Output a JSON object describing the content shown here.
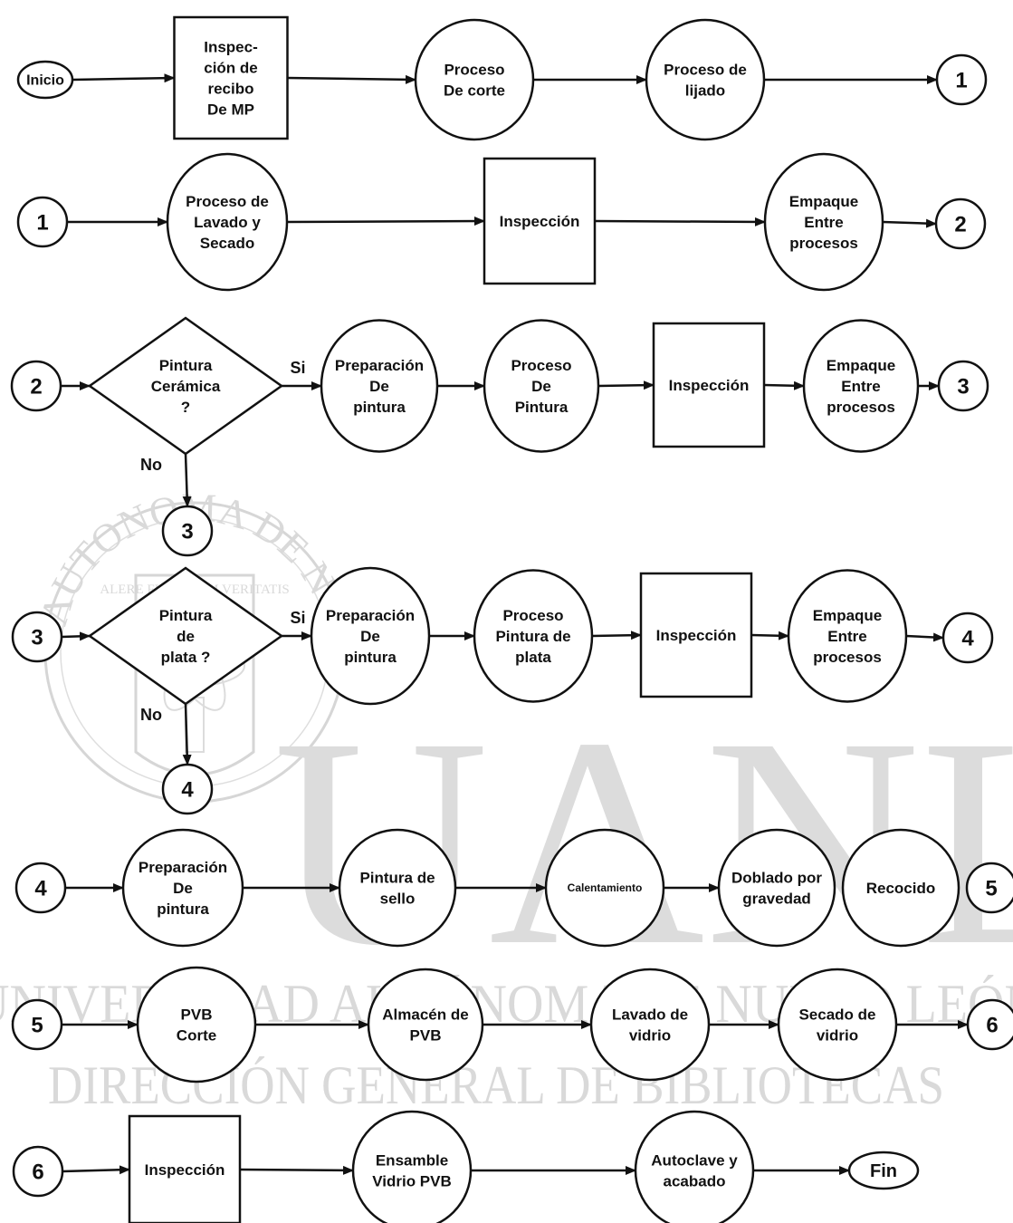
{
  "watermark": {
    "letters": "UANL",
    "line1": "UNIVERSIDAD AUTÓNOMA DE NUEVO LEÓN",
    "line2": "DIRECCIÓN GENERAL DE BIBLIOTECAS",
    "seal_arc": "AUTONOMA DE NUEVO LEON",
    "seal_motto": "ALERE FLAMMAM VERITATIS"
  },
  "nodes": [
    {
      "id": "inicio",
      "shape": "terminal",
      "lines": [
        "Inicio"
      ]
    },
    {
      "id": "r1_box",
      "shape": "rect",
      "lines": [
        "Inspec-",
        "ción de",
        "recibo",
        "De MP"
      ]
    },
    {
      "id": "r1_c1",
      "shape": "ellipse",
      "lines": [
        "Proceso",
        "De corte"
      ]
    },
    {
      "id": "r1_c2",
      "shape": "ellipse",
      "lines": [
        "Proceso de",
        "lijado"
      ]
    },
    {
      "id": "r1_conn",
      "shape": "connector",
      "lines": [
        "1"
      ]
    },
    {
      "id": "r2_conn_in",
      "shape": "connector",
      "lines": [
        "1"
      ]
    },
    {
      "id": "r2_c1",
      "shape": "ellipse",
      "lines": [
        "Proceso de",
        "Lavado y",
        "Secado"
      ]
    },
    {
      "id": "r2_box",
      "shape": "rect",
      "lines": [
        "Inspección"
      ]
    },
    {
      "id": "r2_c2",
      "shape": "ellipse",
      "lines": [
        "Empaque",
        "Entre",
        "procesos"
      ]
    },
    {
      "id": "r2_conn_out",
      "shape": "connector",
      "lines": [
        "2"
      ]
    },
    {
      "id": "r3_conn_in",
      "shape": "connector",
      "lines": [
        "2"
      ]
    },
    {
      "id": "r3_dec",
      "shape": "diamond",
      "lines": [
        "Pintura",
        "Cerámica",
        "?"
      ]
    },
    {
      "id": "r3_c1",
      "shape": "ellipse",
      "lines": [
        "Preparación",
        "De",
        "pintura"
      ]
    },
    {
      "id": "r3_c2",
      "shape": "ellipse",
      "lines": [
        "Proceso",
        "De",
        "Pintura"
      ]
    },
    {
      "id": "r3_box",
      "shape": "rect",
      "lines": [
        "Inspección"
      ]
    },
    {
      "id": "r3_c3",
      "shape": "ellipse",
      "lines": [
        "Empaque",
        "Entre",
        "procesos"
      ]
    },
    {
      "id": "r3_conn_out",
      "shape": "connector",
      "lines": [
        "3"
      ]
    },
    {
      "id": "r3_conn_no",
      "shape": "connector",
      "lines": [
        "3"
      ]
    },
    {
      "id": "r4_conn_in",
      "shape": "connector",
      "lines": [
        "3"
      ]
    },
    {
      "id": "r4_dec",
      "shape": "diamond",
      "lines": [
        "Pintura",
        "de",
        "plata ?"
      ]
    },
    {
      "id": "r4_c1",
      "shape": "ellipse",
      "lines": [
        "Preparación",
        "De",
        "pintura"
      ]
    },
    {
      "id": "r4_c2",
      "shape": "ellipse",
      "lines": [
        "Proceso",
        "Pintura de",
        "plata"
      ]
    },
    {
      "id": "r4_box",
      "shape": "rect",
      "lines": [
        "Inspección"
      ]
    },
    {
      "id": "r4_c3",
      "shape": "ellipse",
      "lines": [
        "Empaque",
        "Entre",
        "procesos"
      ]
    },
    {
      "id": "r4_conn_out",
      "shape": "connector",
      "lines": [
        "4"
      ]
    },
    {
      "id": "r4_conn_no",
      "shape": "connector",
      "lines": [
        "4"
      ]
    },
    {
      "id": "r5_conn_in",
      "shape": "connector",
      "lines": [
        "4"
      ]
    },
    {
      "id": "r5_c1",
      "shape": "ellipse",
      "lines": [
        "Preparación",
        "De",
        "pintura"
      ]
    },
    {
      "id": "r5_c2",
      "shape": "ellipse",
      "lines": [
        "Pintura de",
        "sello"
      ]
    },
    {
      "id": "r5_c3",
      "shape": "ellipse",
      "lines": [
        "Calentamiento"
      ]
    },
    {
      "id": "r5_c4",
      "shape": "ellipse",
      "lines": [
        "Doblado por",
        "gravedad"
      ]
    },
    {
      "id": "r5_c5",
      "shape": "ellipse",
      "lines": [
        "Recocido"
      ]
    },
    {
      "id": "r5_conn_out",
      "shape": "connector",
      "lines": [
        "5"
      ]
    },
    {
      "id": "r6_conn_in",
      "shape": "connector",
      "lines": [
        "5"
      ]
    },
    {
      "id": "r6_c1",
      "shape": "ellipse",
      "lines": [
        "PVB",
        "Corte"
      ]
    },
    {
      "id": "r6_c2",
      "shape": "ellipse",
      "lines": [
        "Almacén de",
        "PVB"
      ]
    },
    {
      "id": "r6_c3",
      "shape": "ellipse",
      "lines": [
        "Lavado de",
        "vidrio"
      ]
    },
    {
      "id": "r6_c4",
      "shape": "ellipse",
      "lines": [
        "Secado de",
        "vidrio"
      ]
    },
    {
      "id": "r6_conn_out",
      "shape": "connector",
      "lines": [
        "6"
      ]
    },
    {
      "id": "r7_conn_in",
      "shape": "connector",
      "lines": [
        "6"
      ]
    },
    {
      "id": "r7_box",
      "shape": "rect",
      "lines": [
        "Inspección"
      ]
    },
    {
      "id": "r7_c1",
      "shape": "ellipse",
      "lines": [
        "Ensamble",
        "Vidrio PVB"
      ]
    },
    {
      "id": "r7_c2",
      "shape": "ellipse",
      "lines": [
        "Autoclave y",
        "acabado"
      ]
    },
    {
      "id": "fin",
      "shape": "terminal",
      "lines": [
        "Fin"
      ]
    }
  ],
  "edges": [
    {
      "from": "inicio",
      "to": "r1_box"
    },
    {
      "from": "r1_box",
      "to": "r1_c1"
    },
    {
      "from": "r1_c1",
      "to": "r1_c2"
    },
    {
      "from": "r1_c2",
      "to": "r1_conn"
    },
    {
      "from": "r2_conn_in",
      "to": "r2_c1"
    },
    {
      "from": "r2_c1",
      "to": "r2_box"
    },
    {
      "from": "r2_box",
      "to": "r2_c2"
    },
    {
      "from": "r2_c2",
      "to": "r2_conn_out"
    },
    {
      "from": "r3_conn_in",
      "to": "r3_dec"
    },
    {
      "from": "r3_dec",
      "to": "r3_c1",
      "label": "Si"
    },
    {
      "from": "r3_dec",
      "to": "r3_conn_no",
      "label": "No"
    },
    {
      "from": "r3_c1",
      "to": "r3_c2"
    },
    {
      "from": "r3_c2",
      "to": "r3_box"
    },
    {
      "from": "r3_box",
      "to": "r3_c3"
    },
    {
      "from": "r3_c3",
      "to": "r3_conn_out"
    },
    {
      "from": "r4_conn_in",
      "to": "r4_dec"
    },
    {
      "from": "r4_dec",
      "to": "r4_c1",
      "label": "Si"
    },
    {
      "from": "r4_dec",
      "to": "r4_conn_no",
      "label": "No"
    },
    {
      "from": "r4_c1",
      "to": "r4_c2"
    },
    {
      "from": "r4_c2",
      "to": "r4_box"
    },
    {
      "from": "r4_box",
      "to": "r4_c3"
    },
    {
      "from": "r4_c3",
      "to": "r4_conn_out"
    },
    {
      "from": "r5_conn_in",
      "to": "r5_c1"
    },
    {
      "from": "r5_c1",
      "to": "r5_c2"
    },
    {
      "from": "r5_c2",
      "to": "r5_c3"
    },
    {
      "from": "r5_c3",
      "to": "r5_c4"
    },
    {
      "from": "r6_conn_in",
      "to": "r6_c1"
    },
    {
      "from": "r6_c1",
      "to": "r6_c2"
    },
    {
      "from": "r6_c2",
      "to": "r6_c3"
    },
    {
      "from": "r6_c3",
      "to": "r6_c4"
    },
    {
      "from": "r6_c4",
      "to": "r6_conn_out"
    },
    {
      "from": "r7_conn_in",
      "to": "r7_box"
    },
    {
      "from": "r7_box",
      "to": "r7_c1"
    },
    {
      "from": "r7_c1",
      "to": "r7_c2"
    },
    {
      "from": "r7_c2",
      "to": "fin"
    }
  ]
}
